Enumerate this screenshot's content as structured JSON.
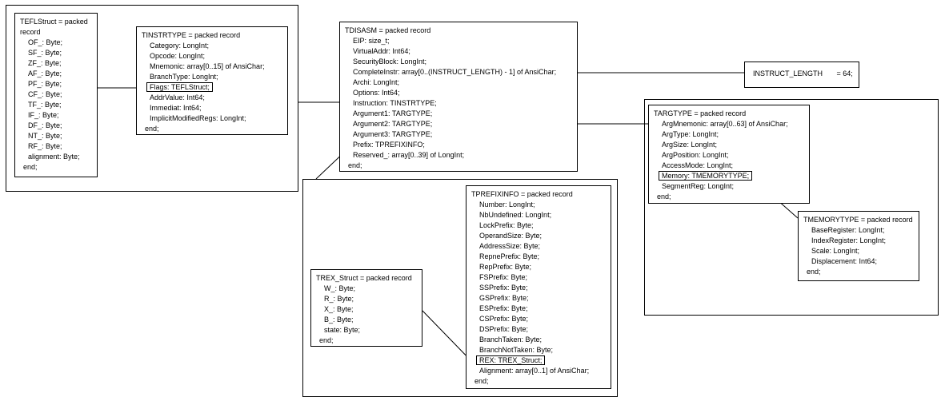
{
  "records": {
    "teflstruct": {
      "title": "TEFLStruct = packed record",
      "fields": [
        "OF_: Byte;",
        "SF_: Byte;",
        "ZF_: Byte;",
        "AF_: Byte;",
        "PF_: Byte;",
        "CF_: Byte;",
        "TF_: Byte;",
        "IF_: Byte;",
        "DF_: Byte;",
        "NT_: Byte;",
        "RF_: Byte;",
        "alignment: Byte;"
      ],
      "end": "end;"
    },
    "tinstrtype": {
      "title": "TINSTRTYPE = packed record",
      "fields": [
        "Category: LongInt;",
        "Opcode: LongInt;",
        "Mnemonic: array[0..15] of AnsiChar;",
        "BranchType: LongInt;",
        "Flags: TEFLStruct;",
        "AddrValue: Int64;",
        "Immediat: Int64;",
        "ImplicitModifiedRegs: LongInt;"
      ],
      "end": "end;"
    },
    "tdisasm": {
      "title": "TDISASM = packed record",
      "fields": [
        "EIP: size_t;",
        "VirtualAddr: Int64;",
        "SecurityBlock: LongInt;",
        "CompleteInstr: array[0..(INSTRUCT_LENGTH) - 1] of AnsiChar;",
        "Archi: LongInt;",
        "Options: Int64;",
        "Instruction: TINSTRTYPE;",
        "Argument1: TARGTYPE;",
        "Argument2: TARGTYPE;",
        "Argument3: TARGTYPE;",
        "Prefix: TPREFIXINFO;",
        "Reserved_: array[0..39] of LongInt;"
      ],
      "end": "end;"
    },
    "instruct_length": {
      "text": "INSTRUCT_LENGTH       = 64;"
    },
    "targtype": {
      "title": "TARGTYPE = packed record",
      "fields": [
        "ArgMnemonic: array[0..63] of AnsiChar;",
        "ArgType: LongInt;",
        "ArgSize: LongInt;",
        "ArgPosition: LongInt;",
        "AccessMode: LongInt;",
        "Memory: TMEMORYTYPE;",
        "SegmentReg: LongInt;"
      ],
      "end": "end;"
    },
    "tmemorytype": {
      "title": "TMEMORYTYPE = packed record",
      "fields": [
        "BaseRegister: LongInt;",
        "IndexRegister: LongInt;",
        "Scale: LongInt;",
        "Displacement: Int64;"
      ],
      "end": "end;"
    },
    "tprefixinfo": {
      "title": "TPREFIXINFO = packed record",
      "fields": [
        "Number: LongInt;",
        "NbUndefined: LongInt;",
        "LockPrefix: Byte;",
        "OperandSize: Byte;",
        "AddressSize: Byte;",
        "RepnePrefix: Byte;",
        "RepPrefix: Byte;",
        "FSPrefix: Byte;",
        "SSPrefix: Byte;",
        "GSPrefix: Byte;",
        "ESPrefix: Byte;",
        "CSPrefix: Byte;",
        "DSPrefix: Byte;",
        "BranchTaken: Byte;",
        "BranchNotTaken: Byte;",
        "REX: TREX_Struct;",
        "Alignment: array[0..1] of AnsiChar;"
      ],
      "end": "end;"
    },
    "trex_struct": {
      "title": "TREX_Struct = packed record",
      "fields": [
        "W_: Byte;",
        "R_: Byte;",
        "X_: Byte;",
        "B_: Byte;",
        "state: Byte;"
      ],
      "end": "end;"
    }
  }
}
